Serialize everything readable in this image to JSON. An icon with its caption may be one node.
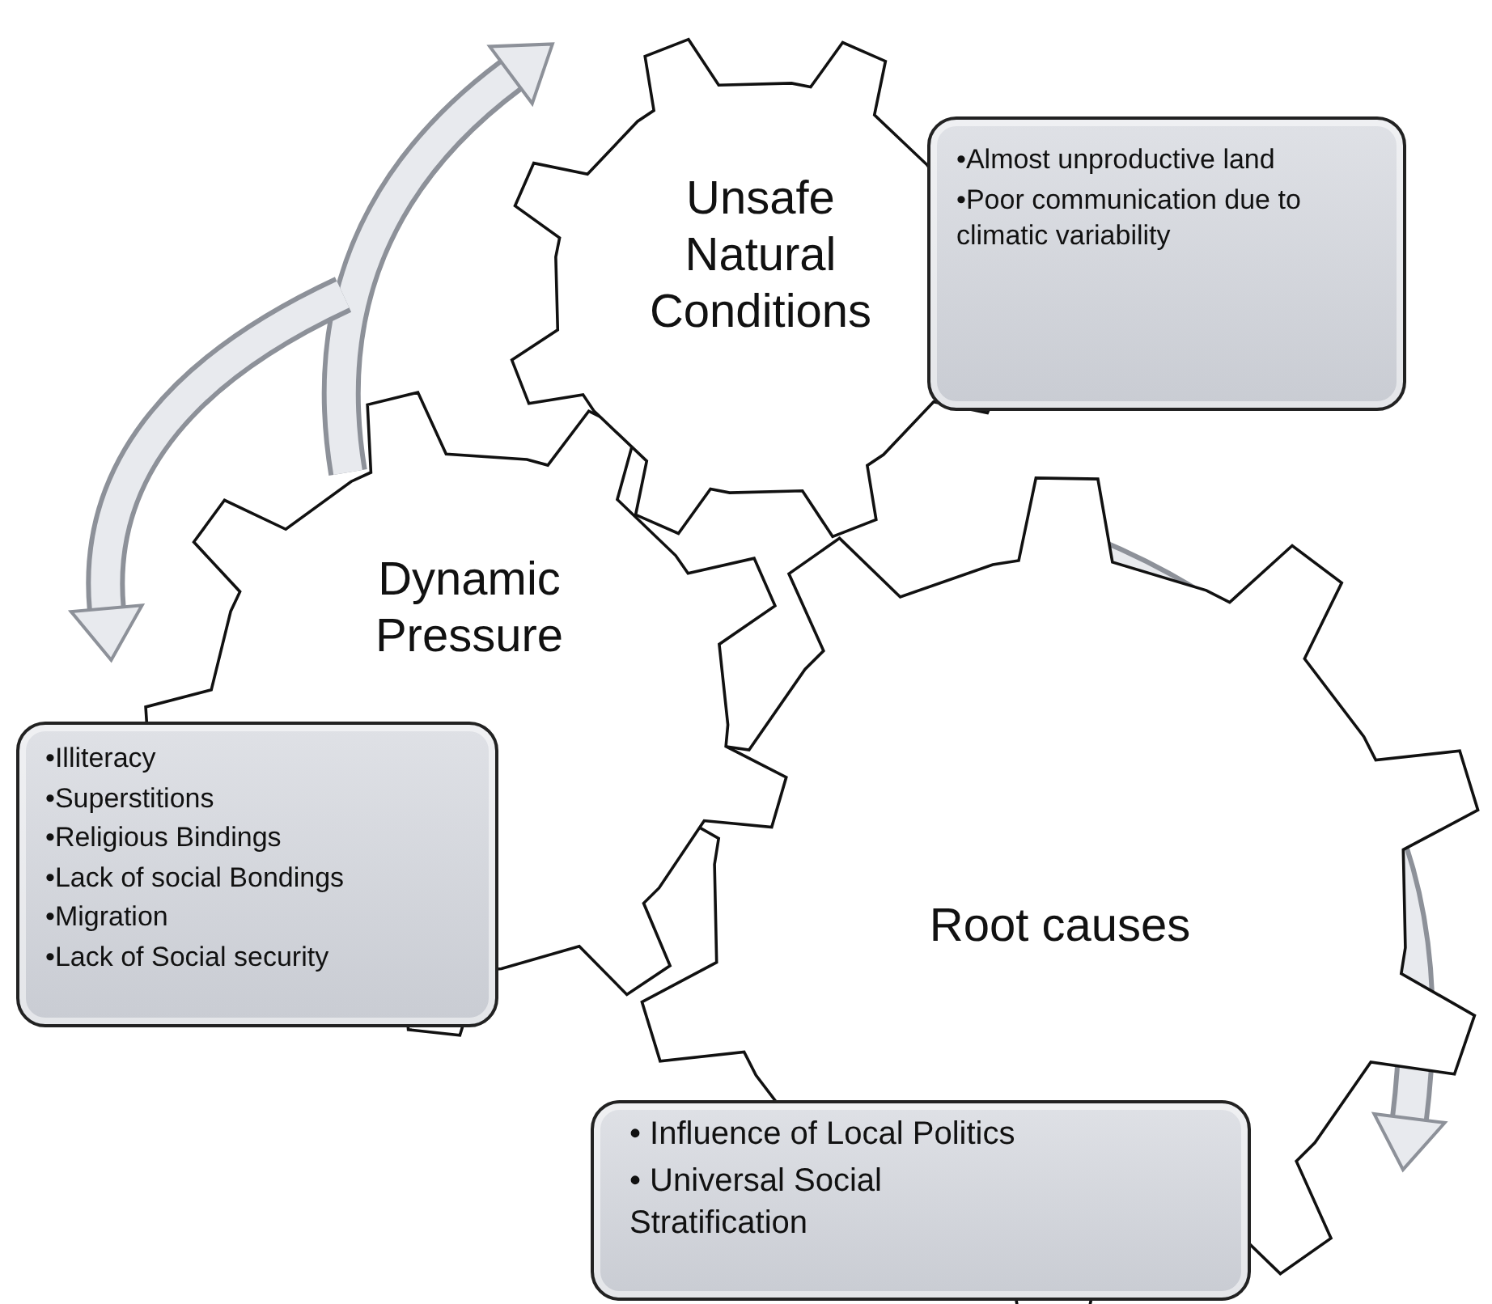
{
  "diagram": {
    "nodes": [
      {
        "text": [
          "Unsafe Natural Conditions"
        ]
      },
      {
        "text": [
          "•Almost unproductive land",
          "•Poor communication due to climatic variability"
        ]
      },
      {
        "text": [
          "Dynamic Pressure"
        ]
      },
      {
        "text": [
          "•Illiteracy",
          "•Superstitions",
          "•Religious Bindings",
          "•Lack of social Bondings",
          "•Migration",
          "•Lack of Social security"
        ]
      },
      {
        "text": [
          "Root causes"
        ]
      },
      {
        "text": [
          "• Influence of Local Politics",
          "• Universal Social Stratification"
        ]
      }
    ]
  }
}
